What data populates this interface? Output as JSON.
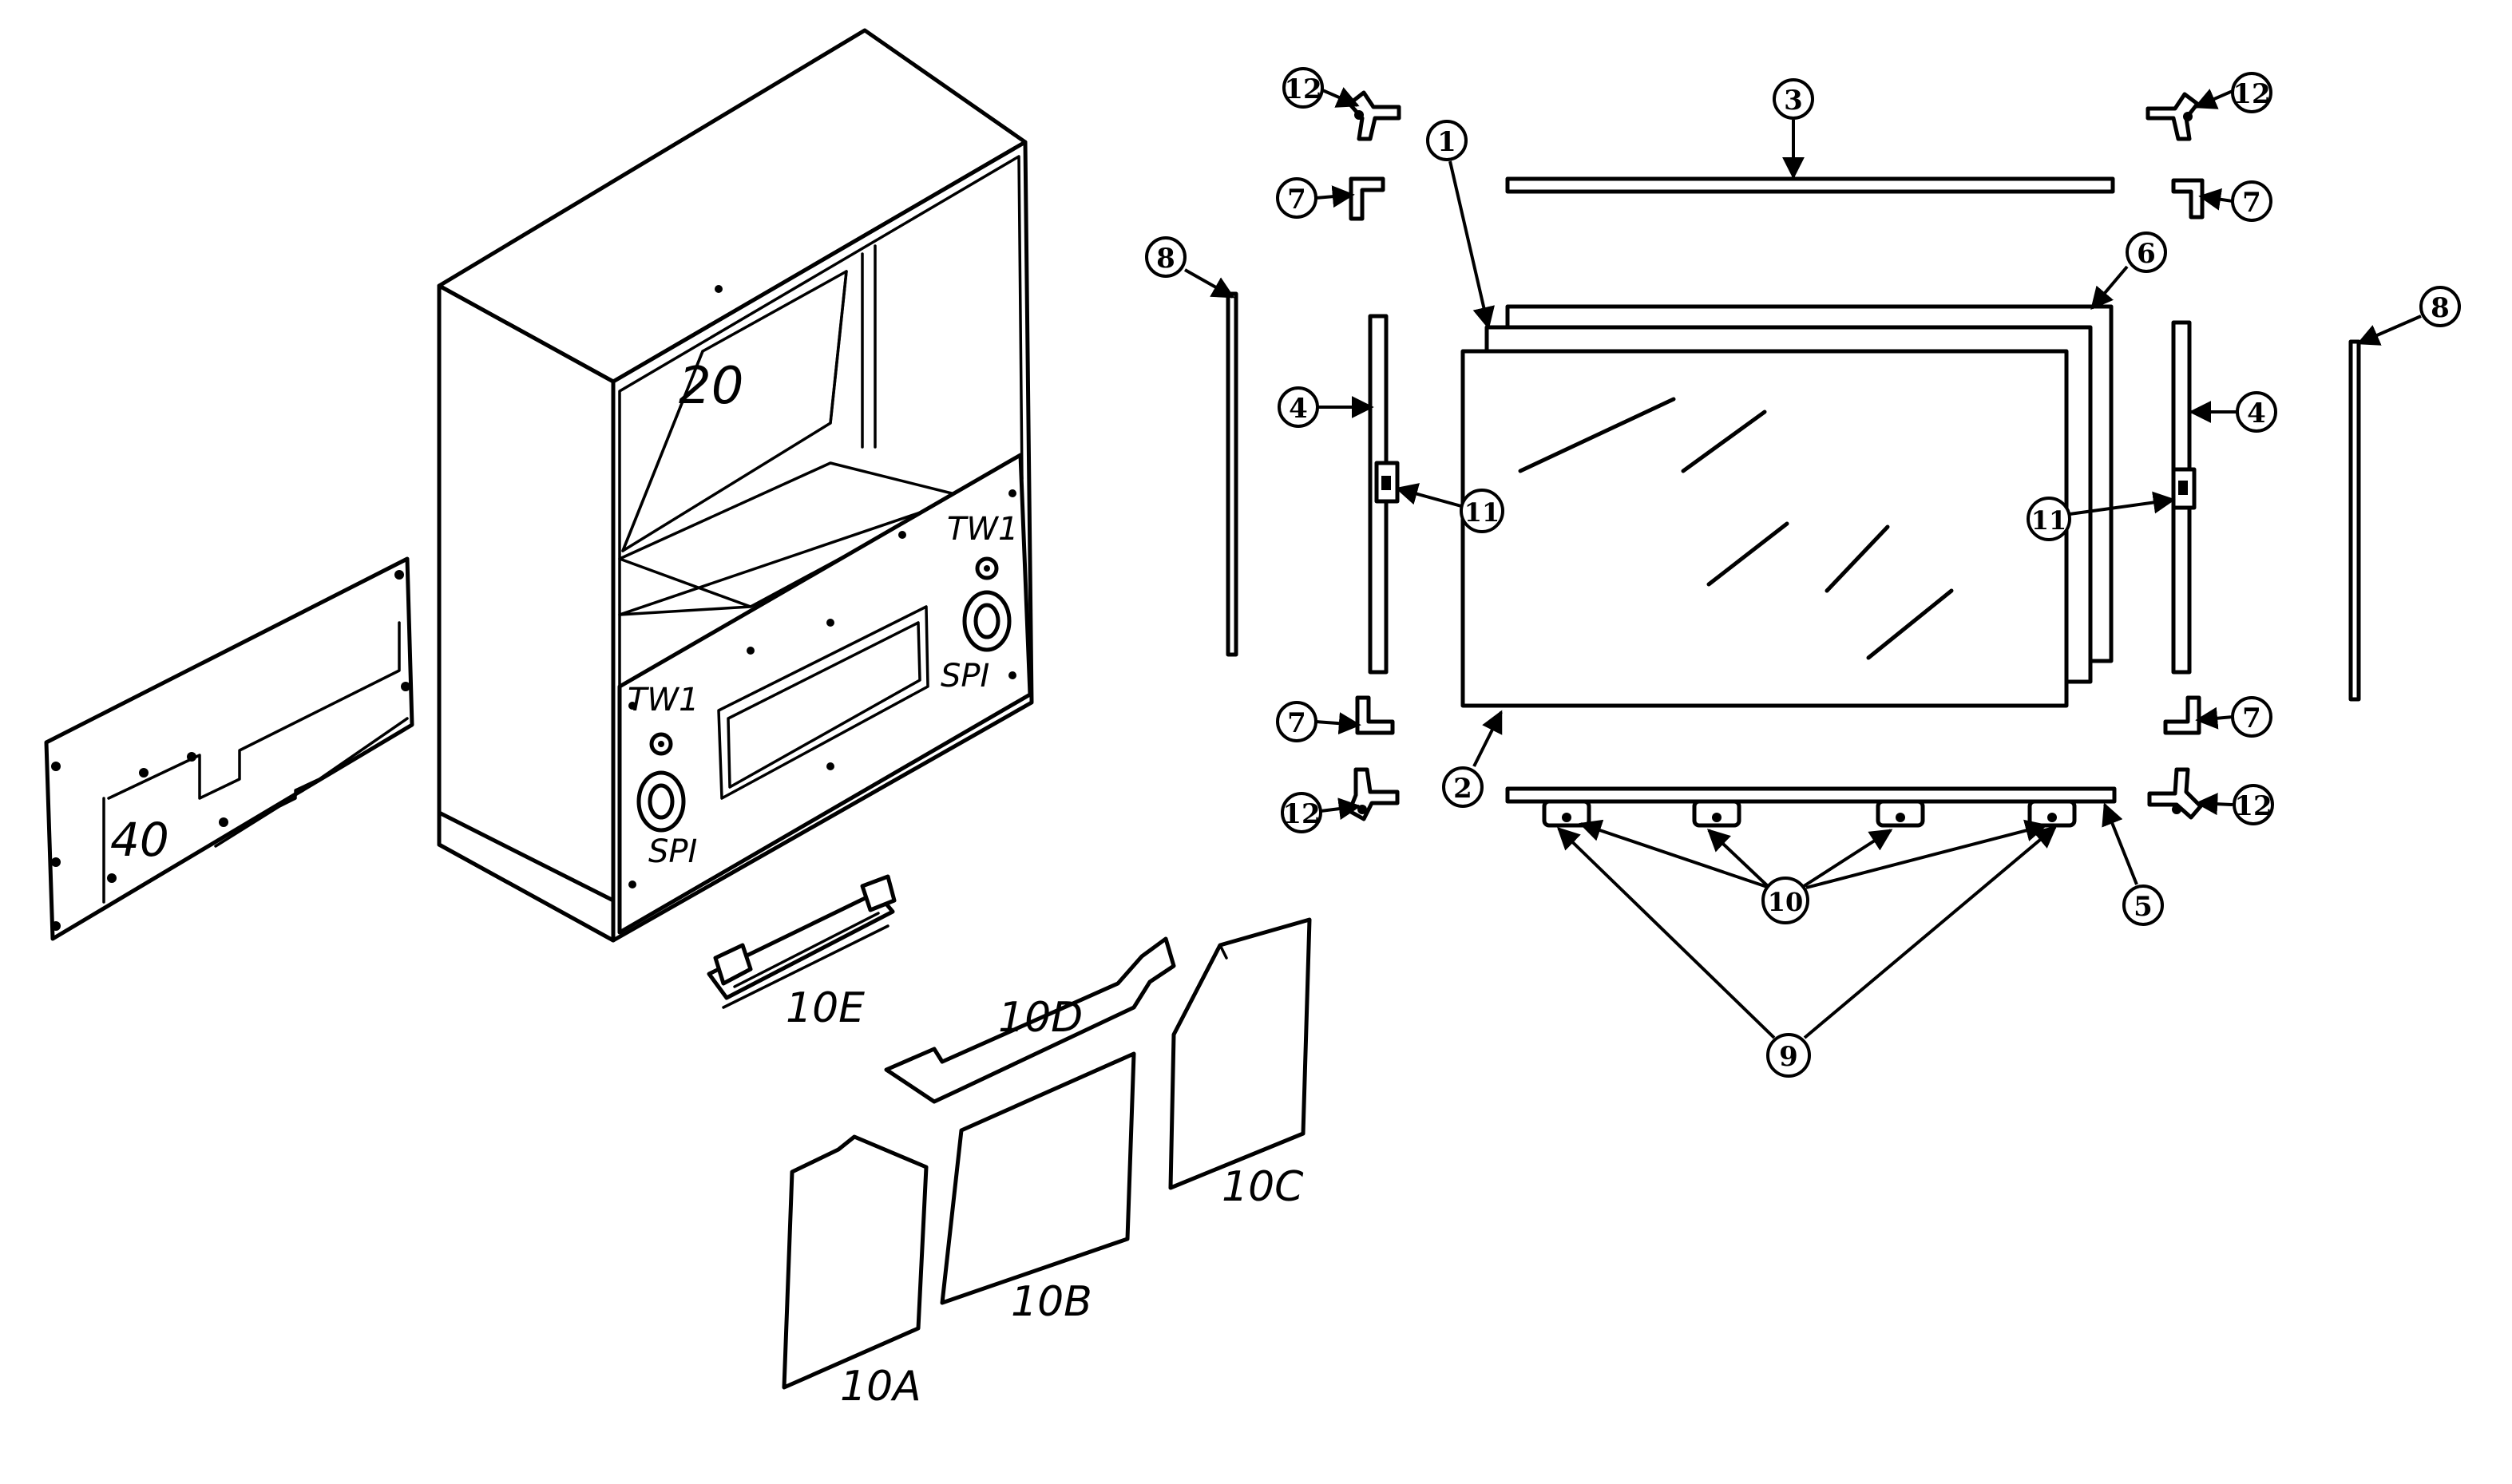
{
  "cabinet_labels": {
    "top_panel": "20",
    "tweeter_right": "TW1",
    "tweeter_left": "TW1",
    "speaker_right": "SPI",
    "speaker_left": "SPI",
    "back_panel": "40"
  },
  "part_labels": {
    "bracket_e": "10E",
    "trim_d": "10D",
    "panel_a": "10A",
    "panel_b": "10B",
    "panel_c": "10C"
  },
  "callouts": {
    "screen_outer": "1",
    "screen_front": "2",
    "top_rail": "3",
    "side_rail_left": "4",
    "side_rail_right": "4",
    "bottom_rail": "5",
    "rear_panel": "6",
    "corner_upper_left": "7",
    "corner_upper_right": "7",
    "corner_lower_left": "7",
    "corner_lower_right": "7",
    "side_strip_left": "8",
    "side_strip_right": "8",
    "hinge_group_9": "9",
    "hinge_group_10": "10",
    "latch_left": "11",
    "latch_right": "11",
    "bracket_upper_left": "12",
    "bracket_upper_right": "12",
    "bracket_lower_left": "12",
    "bracket_lower_right": "12"
  }
}
